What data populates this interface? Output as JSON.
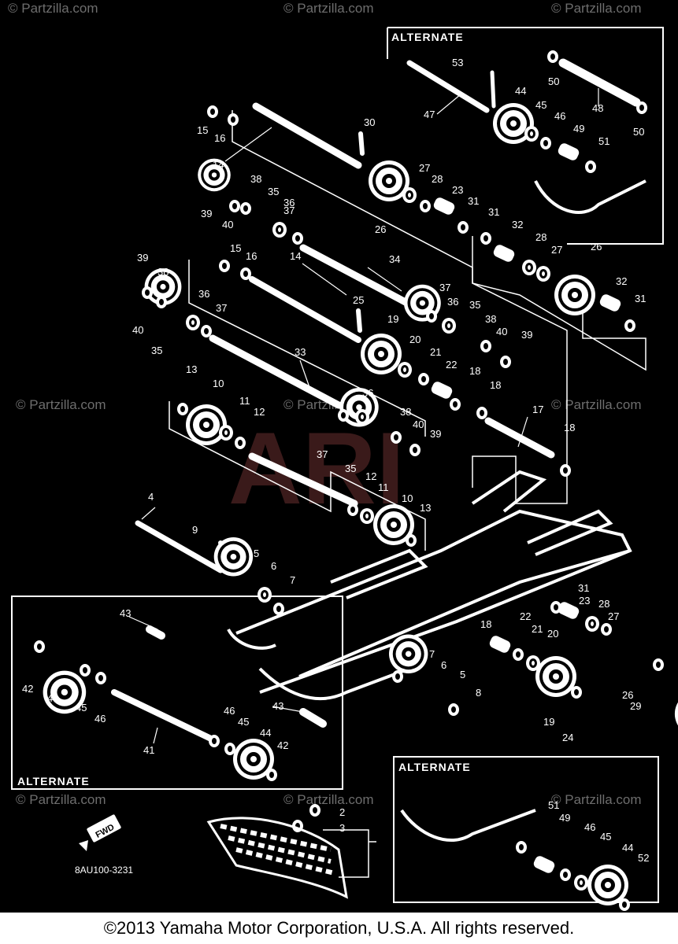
{
  "watermark": "© Partzilla.com",
  "center_logo": "ARI",
  "alternate_label": "ALTERNATE",
  "diagram_code": "8AU100-3231",
  "fwd_label": "FWD",
  "copyright": "©2013 Yamaha Motor Corporation, U.S.A. All rights reserved.",
  "callouts": {
    "c2": "2",
    "c3": "3",
    "c4": "4",
    "c5": "5",
    "c6": "6",
    "c7": "7",
    "c8": "8",
    "c9": "9",
    "c10": "10",
    "c11": "11",
    "c12": "12",
    "c13": "13",
    "c14": "14",
    "c15": "15",
    "c16": "16",
    "c17": "17",
    "c18": "18",
    "c19": "19",
    "c20": "20",
    "c21": "21",
    "c22": "22",
    "c23": "23",
    "c24": "24",
    "c25": "25",
    "c26": "26",
    "c27": "27",
    "c28": "28",
    "c29": "29",
    "c30": "30",
    "c31": "31",
    "c32": "32",
    "c33": "33",
    "c34": "34",
    "c35": "35",
    "c36": "36",
    "c37": "37",
    "c38": "38",
    "c39": "39",
    "c40": "40",
    "c41": "41",
    "c42": "42",
    "c43": "43",
    "c44": "44",
    "c45": "45",
    "c46": "46",
    "c47": "47",
    "c48": "48",
    "c49": "49",
    "c50": "50",
    "c51": "51",
    "c52": "52",
    "c53": "53"
  }
}
